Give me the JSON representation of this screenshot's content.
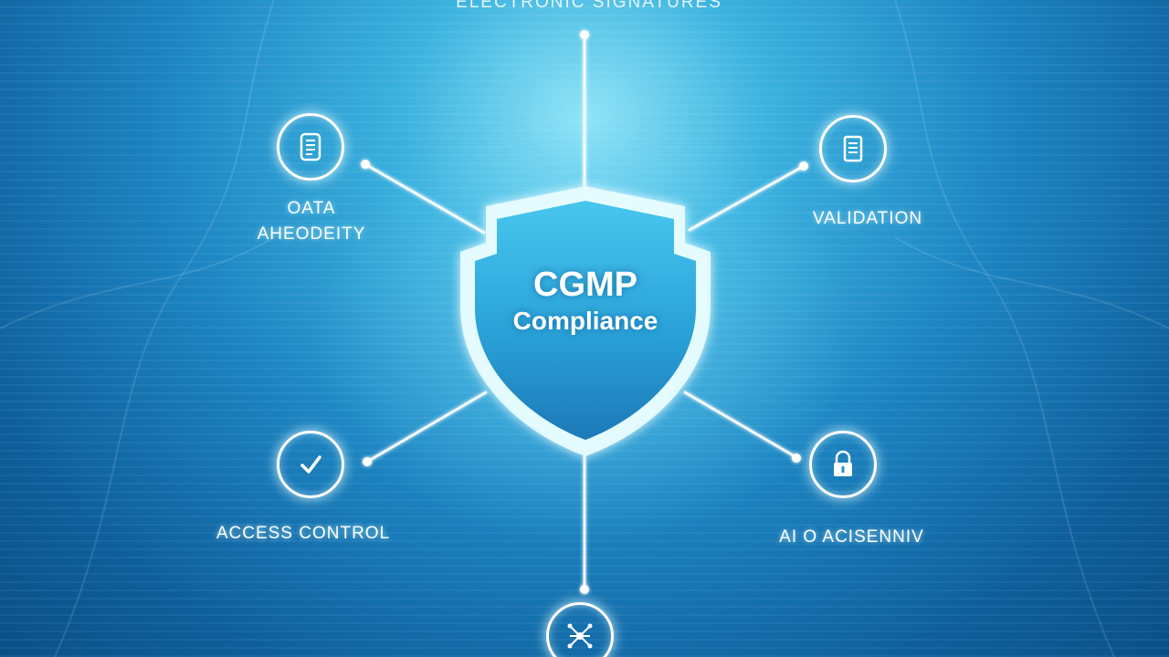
{
  "center": {
    "title": "CGMP",
    "subtitle": "Compliance"
  },
  "top_label": "ELECTRONIC SIGNATURES",
  "nodes": {
    "data_integrity": {
      "label_line1": "OATA",
      "label_line2": "AHEODEITY",
      "icon": "document-icon"
    },
    "validation": {
      "label": "VALIDATION",
      "icon": "document-list-icon"
    },
    "access_control": {
      "label": "ACCESS CONTROL",
      "icon": "checkmark-icon"
    },
    "audit_trail": {
      "label": "AI  O  ACISENNIV",
      "icon": "lock-icon"
    },
    "bottom": {
      "icon": "network-icon"
    }
  },
  "colors": {
    "background_top": "#8fe4f7",
    "background_bottom": "#0a4f86",
    "shield_fill": "#2ba6dc",
    "shield_border": "#e8fbff",
    "line": "#ffffff"
  }
}
